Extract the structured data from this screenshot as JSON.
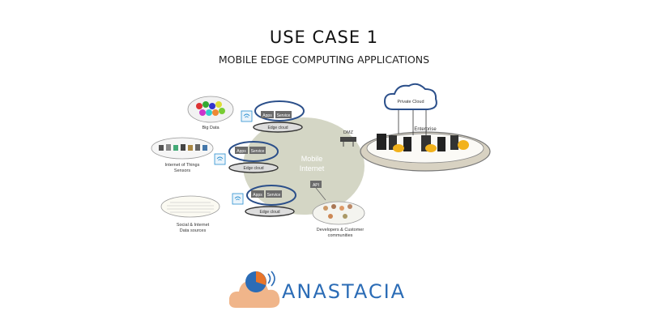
{
  "title": "USE CASE 1",
  "subtitle": "MOBILE EDGE COMPUTING APPLICATIONS",
  "diagram": {
    "sources": [
      {
        "label_line1": "Big Data",
        "label_line2": ""
      },
      {
        "label_line1": "Internet of Things",
        "label_line2": "Sensors"
      },
      {
        "label_line1": "Social & Internet",
        "label_line2": "Data sources"
      }
    ],
    "edge_nodes": [
      {
        "apps": "Apps",
        "service": "Service",
        "cloud": "Edge cloud"
      },
      {
        "apps": "Apps",
        "service": "Service",
        "cloud": "Edge cloud"
      },
      {
        "apps": "Apps",
        "service": "Service",
        "cloud": "Edge cloud"
      }
    ],
    "mobile_internet_line1": "Mobile",
    "mobile_internet_line2": "Internet",
    "api": "API",
    "dmz": "DMZ",
    "private_cloud": "Private Cloud",
    "enterprise": "Enterprise",
    "developers_line1": "Developers & Customer",
    "developers_line2": "communities"
  },
  "logo": {
    "word": "ANASTACIA",
    "colors": {
      "text": "#2b6cb6",
      "cloud": "#f0b58a",
      "orange": "#e8752a",
      "blue": "#2b6cb6"
    }
  }
}
